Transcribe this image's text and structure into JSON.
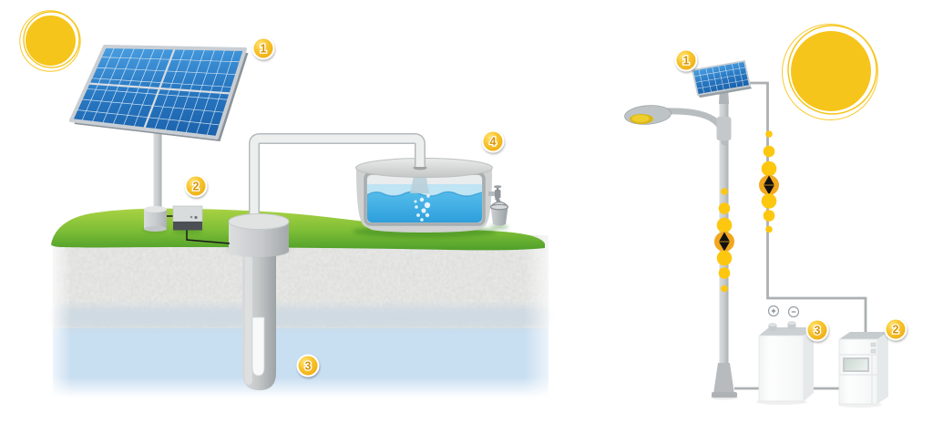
{
  "title": "Solar energy applications diagram",
  "scenes": {
    "pumping": {
      "name": "solar powered water pumping system",
      "badges": [
        {
          "number": "1",
          "part": "solar panel array"
        },
        {
          "number": "2",
          "part": "pump controller"
        },
        {
          "number": "3",
          "part": "submersible borehole pump"
        },
        {
          "number": "4",
          "part": "water storage tank"
        }
      ]
    },
    "streetlight": {
      "name": "solar street light system",
      "badges": [
        {
          "number": "1",
          "part": "solar panel"
        },
        {
          "number": "2",
          "part": "charge controller"
        },
        {
          "number": "3",
          "part": "battery"
        }
      ],
      "battery_terminals": {
        "positive": "+",
        "negative": "−"
      }
    }
  },
  "colors": {
    "sun_yellow": "#F6C51B",
    "panel_blue": "#2B7CC6",
    "grass_green": "#7DBE35",
    "soil_gray": "#DFE0DE",
    "aquifer_blue": "#C8DEF1",
    "tank_water_blue": "#3FAFE5",
    "energy_dot_yellow": "#FEC70F",
    "energy_node_orange": "#F1A81E",
    "badge_gold": "#F2B11C",
    "metal_gray": "#C6C9CC",
    "wire_gray": "#ACB0B3"
  }
}
